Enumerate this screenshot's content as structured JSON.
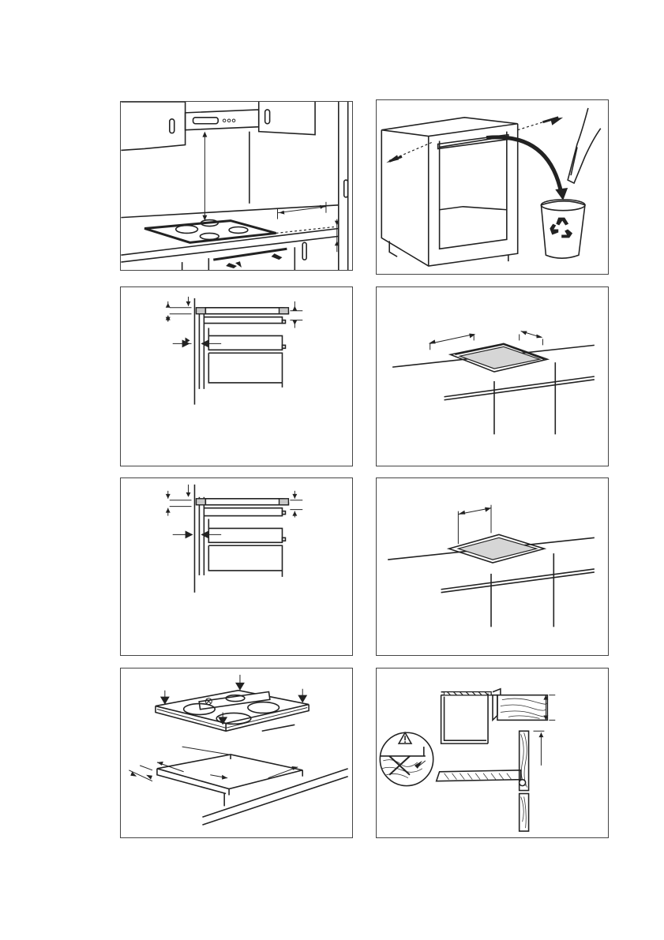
{
  "figures": [
    {
      "id": "fig-kitchen-cabinet-clearance",
      "icon": "hob-in-kitchen-diagram"
    },
    {
      "id": "fig-remove-cabinet-rail",
      "icon": "recycle-icon"
    },
    {
      "id": "fig-side-section-oven-1",
      "icon": "section-diagram"
    },
    {
      "id": "fig-cutout-dimensions-1",
      "icon": "worktop-cutout-diagram"
    },
    {
      "id": "fig-side-section-oven-2",
      "icon": "section-diagram"
    },
    {
      "id": "fig-cutout-dimensions-2",
      "icon": "worktop-cutout-diagram"
    },
    {
      "id": "fig-hob-installation",
      "icon": "hob-install-diagram"
    },
    {
      "id": "fig-seal-detail",
      "icon": "warning-triangle-icon"
    }
  ],
  "colors": {
    "line": "#222222",
    "fill_grey": "#c8c8c8",
    "border": "#444444"
  }
}
